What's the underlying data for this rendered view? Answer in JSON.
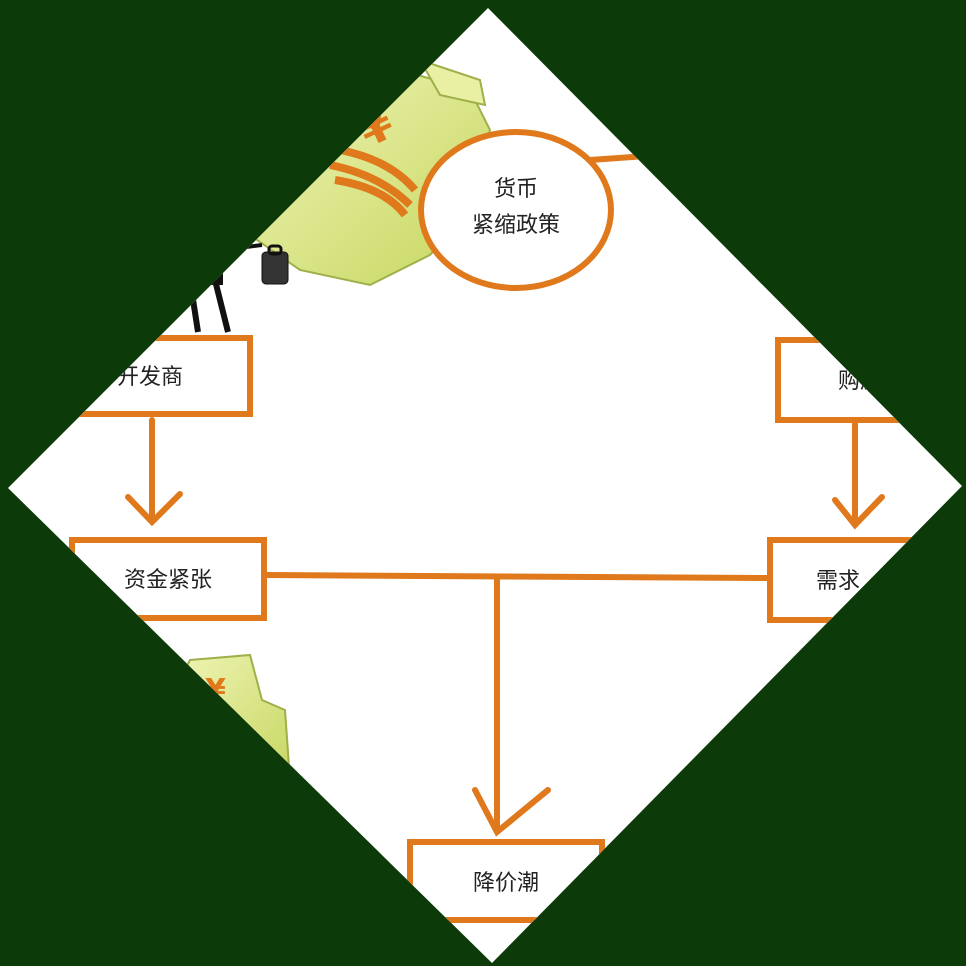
{
  "diagram": {
    "center_node": {
      "line1": "货币",
      "line2": "紧缩政策"
    },
    "nodes": {
      "developer": "开发商",
      "funding": "资金紧张",
      "buyer": "购房",
      "demand": "需求",
      "price_cut": "降价潮"
    },
    "money_bag_symbol": "¥",
    "small_bag_symbol": "¥"
  },
  "colors": {
    "background": "#0c3a08",
    "canvas": "#ffffff",
    "rope": "#e0781c",
    "bag": "#dbe88a",
    "text": "#222222"
  }
}
